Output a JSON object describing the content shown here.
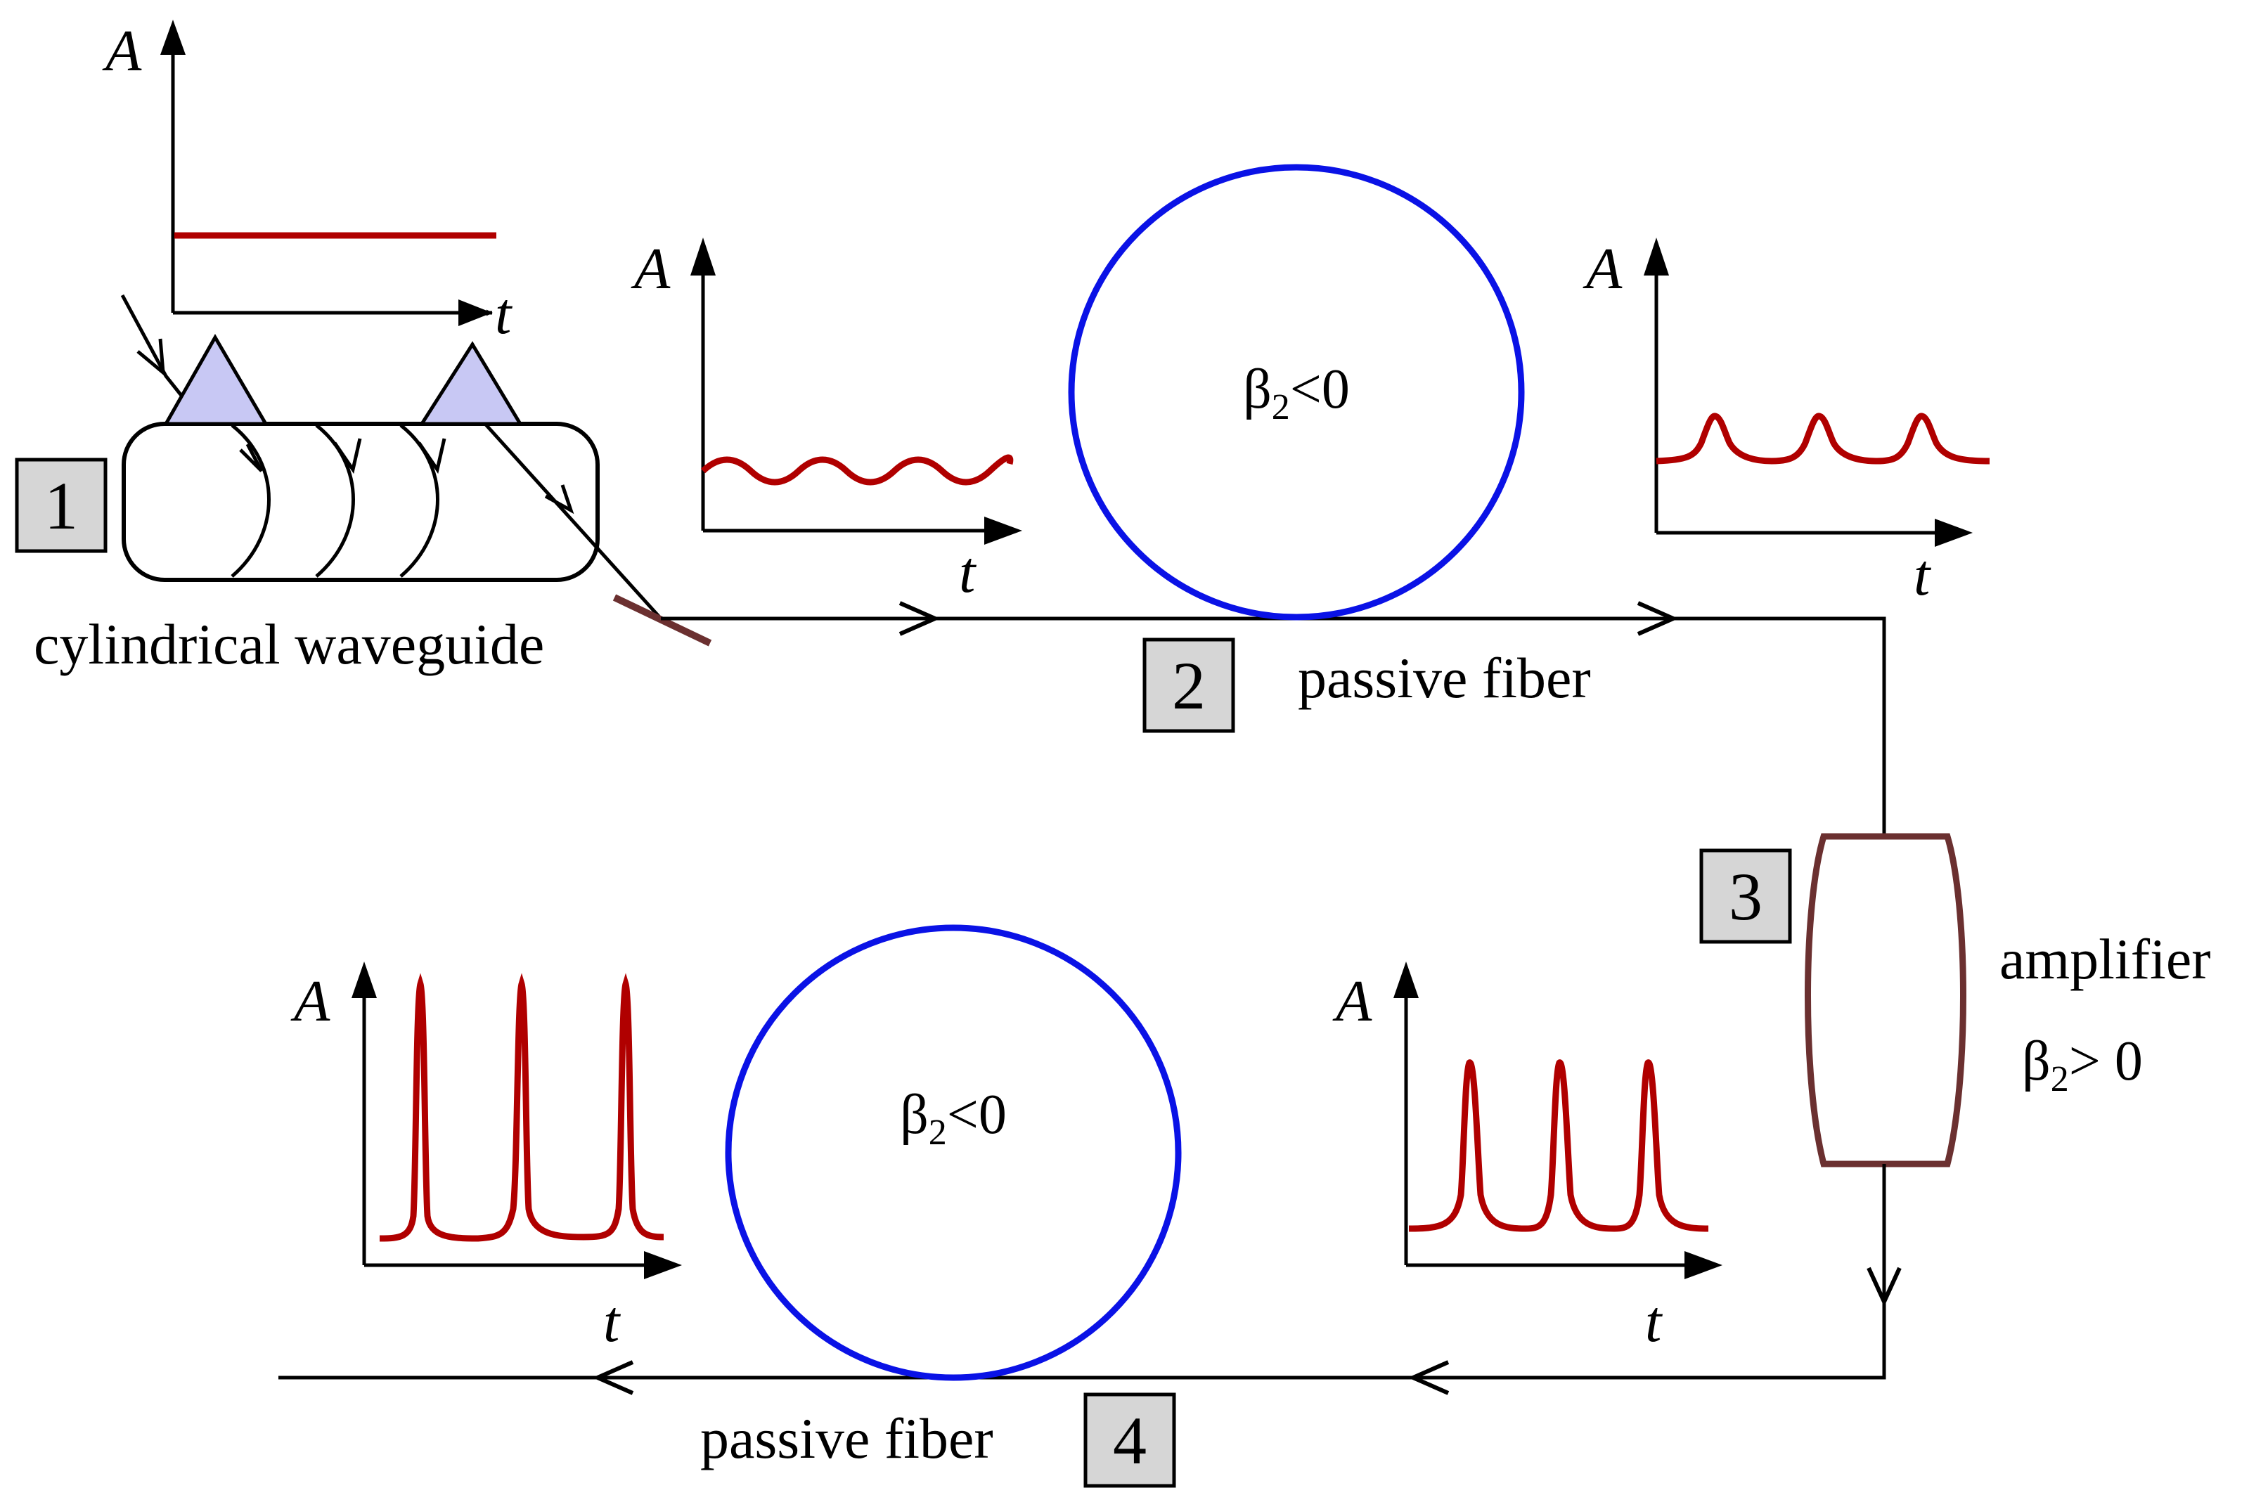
{
  "colors": {
    "fiber_loop": "#0a12e6",
    "signal": "#b00000",
    "amplifier": "#6b3030",
    "prism_fill": "#c8c8f4",
    "stage_box": "#d6d6d6",
    "line": "#000000"
  },
  "stages": {
    "s1": "1",
    "s2": "2",
    "s3": "3",
    "s4": "4"
  },
  "labels": {
    "waveguide": "cylindrical waveguide",
    "fiber_top": "passive fiber",
    "fiber_bottom": "passive fiber",
    "amplifier": "amplifier"
  },
  "dispersion": {
    "symbol": "β",
    "subscript": "2",
    "anomalous_relation": "<0",
    "normal_relation": "> 0"
  },
  "axes": {
    "y": "A",
    "x": "t"
  },
  "plots": {
    "input": {
      "signal": "continuous wave"
    },
    "after_waveguide": {
      "signal": "modulated wave"
    },
    "after_fiber_top": {
      "signal": "pulse train",
      "pulse_count": 3
    },
    "after_amplifier": {
      "signal": "pulse train",
      "pulse_count": 3
    },
    "output": {
      "signal": "pulse train",
      "pulse_count": 3
    }
  },
  "icons": [
    "arrow-icon",
    "prism-icon",
    "mirror-icon"
  ]
}
